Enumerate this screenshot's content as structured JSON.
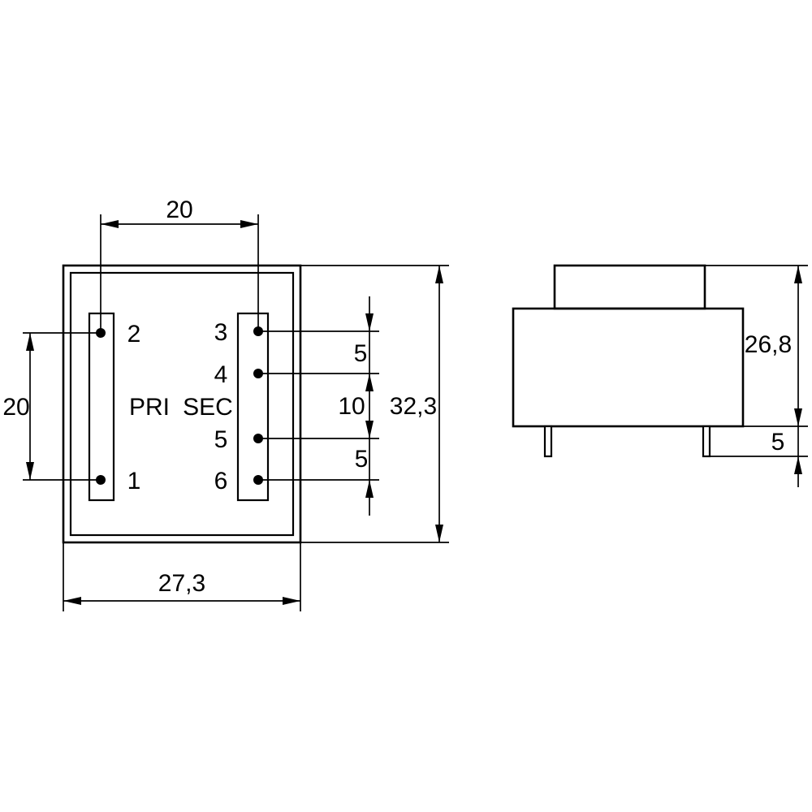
{
  "colors": {
    "line": "#000000",
    "background": "#ffffff"
  },
  "front_view": {
    "pin_labels": {
      "pin1": "1",
      "pin2": "2",
      "pin3": "3",
      "pin4": "4",
      "pin5": "5",
      "pin6": "6"
    },
    "primary_label": "PRI",
    "secondary_label": "SEC",
    "dimensions": {
      "top_pin_span": "20",
      "left_pin_span": "20",
      "overall_width": "27,3",
      "overall_height": "32,3",
      "pin3_to_pin4": "5",
      "pin4_to_pin5": "10",
      "pin5_to_pin6": "5"
    }
  },
  "side_view": {
    "dimensions": {
      "body_height": "26,8",
      "pin_length": "5"
    }
  }
}
